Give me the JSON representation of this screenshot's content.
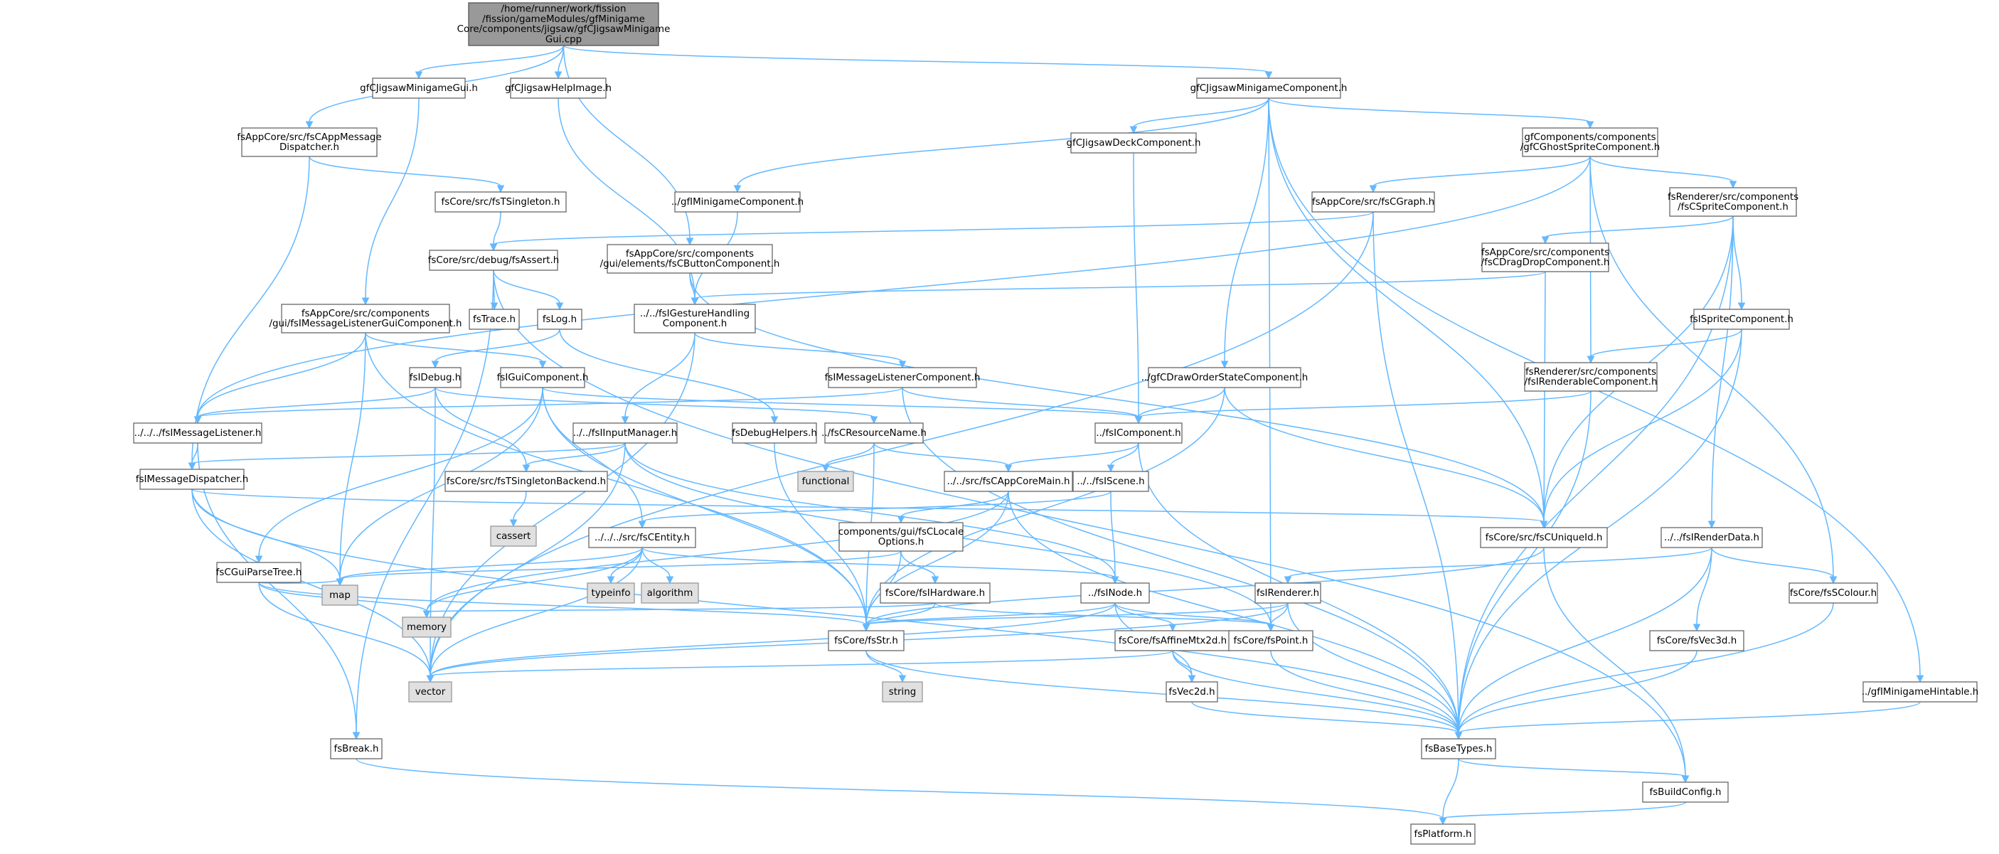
{
  "graph": {
    "nodes": [
      {
        "id": "root",
        "kind": "root",
        "lines": [
          "/home/runner/work/fission",
          "/fission/gameModules/gfMinigame",
          "Core/components/jigsaw/gfCJigsawMinigame",
          "Gui.cpp"
        ]
      },
      {
        "id": "gfCJigsawMinigameGui",
        "kind": "file",
        "lines": [
          "gfCJigsawMinigameGui.h"
        ]
      },
      {
        "id": "gfCJigsawHelpImage",
        "kind": "file",
        "lines": [
          "gfCJigsawHelpImage.h"
        ]
      },
      {
        "id": "gfCJigsawMinigameComponent",
        "kind": "file",
        "lines": [
          "gfCJigsawMinigameComponent.h"
        ]
      },
      {
        "id": "fsCAppMessageDispatcher",
        "kind": "file",
        "lines": [
          "fsAppCore/src/fsCAppMessage",
          "Dispatcher.h"
        ]
      },
      {
        "id": "gfCJigsawDeckComponent",
        "kind": "file",
        "lines": [
          "gfCJigsawDeckComponent.h"
        ]
      },
      {
        "id": "gfCGhostSpriteComponent",
        "kind": "file",
        "lines": [
          "gfComponents/components",
          "/gfCGhostSpriteComponent.h"
        ]
      },
      {
        "id": "fsTSingleton",
        "kind": "file",
        "lines": [
          "fsCore/src/fsTSingleton.h"
        ]
      },
      {
        "id": "gfIMinigameComponent",
        "kind": "file",
        "lines": [
          "../gfIMinigameComponent.h"
        ]
      },
      {
        "id": "fsCGraph",
        "kind": "file",
        "lines": [
          "fsAppCore/src/fsCGraph.h"
        ]
      },
      {
        "id": "fsCSpriteComponent",
        "kind": "file",
        "lines": [
          "fsRenderer/src/components",
          "/fsCSpriteComponent.h"
        ]
      },
      {
        "id": "fsAssert",
        "kind": "file",
        "lines": [
          "fsCore/src/debug/fsAssert.h"
        ]
      },
      {
        "id": "fsCButtonComponent",
        "kind": "file",
        "lines": [
          "fsAppCore/src/components",
          "/gui/elements/fsCButtonComponent.h"
        ]
      },
      {
        "id": "fsCDragDropComponent",
        "kind": "file",
        "lines": [
          "fsAppCore/src/components",
          "/fsCDragDropComponent.h"
        ]
      },
      {
        "id": "fsIMessageListenerGuiComponent",
        "kind": "file",
        "lines": [
          "fsAppCore/src/components",
          "/gui/fsIMessageListenerGuiComponent.h"
        ]
      },
      {
        "id": "fsTrace",
        "kind": "file",
        "lines": [
          "fsTrace.h"
        ]
      },
      {
        "id": "fsLog",
        "kind": "file",
        "lines": [
          "fsLog.h"
        ]
      },
      {
        "id": "fsIGestureHandlingComponent",
        "kind": "file",
        "lines": [
          "../../fsIGestureHandling",
          "Component.h"
        ]
      },
      {
        "id": "fsISpriteComponent",
        "kind": "file",
        "lines": [
          "fsISpriteComponent.h"
        ]
      },
      {
        "id": "fsIDebug",
        "kind": "file",
        "lines": [
          "fsIDebug.h"
        ]
      },
      {
        "id": "fsIGuiComponent",
        "kind": "file",
        "lines": [
          "fsIGuiComponent.h"
        ]
      },
      {
        "id": "fsIMessageListenerComponent",
        "kind": "file",
        "lines": [
          "fsIMessageListenerComponent.h"
        ]
      },
      {
        "id": "gfCDrawOrderStateComponent",
        "kind": "file",
        "lines": [
          "../gfCDrawOrderStateComponent.h"
        ]
      },
      {
        "id": "fsIRenderableComponent",
        "kind": "file",
        "lines": [
          "fsRenderer/src/components",
          "/fsIRenderableComponent.h"
        ]
      },
      {
        "id": "fsIMessageListener",
        "kind": "file",
        "lines": [
          "../../../fsIMessageListener.h"
        ]
      },
      {
        "id": "fsIInputManager",
        "kind": "file",
        "lines": [
          "../../fsIInputManager.h"
        ]
      },
      {
        "id": "fsDebugHelpers",
        "kind": "file",
        "lines": [
          "fsDebugHelpers.h"
        ]
      },
      {
        "id": "fsCResourceName",
        "kind": "file",
        "lines": [
          "../fsCResourceName.h"
        ]
      },
      {
        "id": "fsIComponent",
        "kind": "file",
        "lines": [
          "../fsIComponent.h"
        ]
      },
      {
        "id": "fsIMessageDispatcher",
        "kind": "file",
        "lines": [
          "fsIMessageDispatcher.h"
        ]
      },
      {
        "id": "fsTSingletonBackend",
        "kind": "file",
        "lines": [
          "fsCore/src/fsTSingletonBackend.h"
        ]
      },
      {
        "id": "functional",
        "kind": "sys",
        "lines": [
          "functional"
        ]
      },
      {
        "id": "fsCAppCoreMain",
        "kind": "file",
        "lines": [
          "../../src/fsCAppCoreMain.h"
        ]
      },
      {
        "id": "fsIScene",
        "kind": "file",
        "lines": [
          "../../fsIScene.h"
        ]
      },
      {
        "id": "cassert",
        "kind": "sys",
        "lines": [
          "cassert"
        ]
      },
      {
        "id": "fsCUniqueId",
        "kind": "file",
        "lines": [
          "fsCore/src/fsCUniqueId.h"
        ]
      },
      {
        "id": "fsIRenderData",
        "kind": "file",
        "lines": [
          "../../fsIRenderData.h"
        ]
      },
      {
        "id": "fsCGuiParseTree",
        "kind": "file",
        "lines": [
          "fsCGuiParseTree.h"
        ]
      },
      {
        "id": "fsCEntity",
        "kind": "file",
        "lines": [
          "../../../src/fsCEntity.h"
        ]
      },
      {
        "id": "fsCLocaleOptions",
        "kind": "file",
        "lines": [
          "components/gui/fsCLocale",
          "Options.h"
        ]
      },
      {
        "id": "map",
        "kind": "sys",
        "lines": [
          "map"
        ]
      },
      {
        "id": "typeinfo",
        "kind": "sys",
        "lines": [
          "typeinfo"
        ]
      },
      {
        "id": "algorithm",
        "kind": "sys",
        "lines": [
          "algorithm"
        ]
      },
      {
        "id": "fsIHardware",
        "kind": "file",
        "lines": [
          "fsCore/fsIHardware.h"
        ]
      },
      {
        "id": "fsINode",
        "kind": "file",
        "lines": [
          "../fsINode.h"
        ]
      },
      {
        "id": "fsIRenderer",
        "kind": "file",
        "lines": [
          "fsIRenderer.h"
        ]
      },
      {
        "id": "fsSColour",
        "kind": "file",
        "lines": [
          "fsCore/fsSColour.h"
        ]
      },
      {
        "id": "memory",
        "kind": "sys",
        "lines": [
          "memory"
        ]
      },
      {
        "id": "fsStr",
        "kind": "file",
        "lines": [
          "fsCore/fsStr.h"
        ]
      },
      {
        "id": "fsAffineMtx2d",
        "kind": "file",
        "lines": [
          "fsCore/fsAffineMtx2d.h"
        ]
      },
      {
        "id": "fsPoint",
        "kind": "file",
        "lines": [
          "fsCore/fsPoint.h"
        ]
      },
      {
        "id": "fsVec3d",
        "kind": "file",
        "lines": [
          "fsCore/fsVec3d.h"
        ]
      },
      {
        "id": "vector",
        "kind": "sys",
        "lines": [
          "vector"
        ]
      },
      {
        "id": "string",
        "kind": "sys",
        "lines": [
          "string"
        ]
      },
      {
        "id": "fsVec2d",
        "kind": "file",
        "lines": [
          "fsVec2d.h"
        ]
      },
      {
        "id": "gfIMinigameHintable",
        "kind": "file",
        "lines": [
          "../gfIMinigameHintable.h"
        ]
      },
      {
        "id": "fsBreak",
        "kind": "file",
        "lines": [
          "fsBreak.h"
        ]
      },
      {
        "id": "fsBaseTypes",
        "kind": "file",
        "lines": [
          "fsBaseTypes.h"
        ]
      },
      {
        "id": "fsBuildConfig",
        "kind": "file",
        "lines": [
          "fsBuildConfig.h"
        ]
      },
      {
        "id": "fsPlatform",
        "kind": "file",
        "lines": [
          "fsPlatform.h"
        ]
      }
    ],
    "edges": [
      [
        "root",
        "gfCJigsawMinigameGui"
      ],
      [
        "root",
        "gfCJigsawHelpImage"
      ],
      [
        "root",
        "gfCJigsawMinigameComponent"
      ],
      [
        "root",
        "fsCAppMessageDispatcher"
      ],
      [
        "root",
        "fsCButtonComponent"
      ],
      [
        "gfCJigsawMinigameGui",
        "fsIMessageListenerGuiComponent"
      ],
      [
        "gfCJigsawHelpImage",
        "fsIGestureHandlingComponent"
      ],
      [
        "gfCJigsawMinigameComponent",
        "gfCJigsawDeckComponent"
      ],
      [
        "gfCJigsawMinigameComponent",
        "gfCGhostSpriteComponent"
      ],
      [
        "gfCJigsawMinigameComponent",
        "gfIMinigameComponent"
      ],
      [
        "gfCJigsawMinigameComponent",
        "gfCDrawOrderStateComponent"
      ],
      [
        "gfCJigsawMinigameComponent",
        "fsCUniqueId"
      ],
      [
        "gfCJigsawMinigameComponent",
        "fsPoint"
      ],
      [
        "gfCJigsawMinigameComponent",
        "gfIMinigameHintable"
      ],
      [
        "fsCAppMessageDispatcher",
        "fsTSingleton"
      ],
      [
        "fsCAppMessageDispatcher",
        "fsIMessageDispatcher"
      ],
      [
        "fsTSingleton",
        "fsAssert"
      ],
      [
        "gfCJigsawDeckComponent",
        "fsIComponent"
      ],
      [
        "gfCGhostSpriteComponent",
        "fsCGraph"
      ],
      [
        "gfCGhostSpriteComponent",
        "fsCSpriteComponent"
      ],
      [
        "gfCGhostSpriteComponent",
        "fsIRenderableComponent"
      ],
      [
        "gfCGhostSpriteComponent",
        "fsSColour"
      ],
      [
        "gfCGhostSpriteComponent",
        "fsIMessageListener"
      ],
      [
        "gfIMinigameComponent",
        "fsIGestureHandlingComponent"
      ],
      [
        "fsCGraph",
        "fsAssert"
      ],
      [
        "fsCGraph",
        "fsBaseTypes"
      ],
      [
        "fsCGraph",
        "vector"
      ],
      [
        "fsCSpriteComponent",
        "fsCDragDropComponent"
      ],
      [
        "fsCSpriteComponent",
        "fsISpriteComponent"
      ],
      [
        "fsCSpriteComponent",
        "fsCUniqueId"
      ],
      [
        "fsCSpriteComponent",
        "fsIRenderData"
      ],
      [
        "fsCSpriteComponent",
        "fsBaseTypes"
      ],
      [
        "fsAssert",
        "fsTrace"
      ],
      [
        "fsAssert",
        "fsLog"
      ],
      [
        "fsAssert",
        "fsBreak"
      ],
      [
        "fsAssert",
        "fsBuildConfig"
      ],
      [
        "fsCButtonComponent",
        "fsIGestureHandlingComponent"
      ],
      [
        "fsCButtonComponent",
        "fsCUniqueId"
      ],
      [
        "fsCDragDropComponent",
        "fsIGestureHandlingComponent"
      ],
      [
        "fsCDragDropComponent",
        "fsCUniqueId"
      ],
      [
        "fsIMessageListenerGuiComponent",
        "fsIGuiComponent"
      ],
      [
        "fsIMessageListenerGuiComponent",
        "fsIMessageListener"
      ],
      [
        "fsIMessageListenerGuiComponent",
        "map"
      ],
      [
        "fsIMessageListenerGuiComponent",
        "fsStr"
      ],
      [
        "fsLog",
        "fsIDebug"
      ],
      [
        "fsLog",
        "fsDebugHelpers"
      ],
      [
        "fsIGestureHandlingComponent",
        "fsIMessageListenerComponent"
      ],
      [
        "fsIGestureHandlingComponent",
        "fsIInputManager"
      ],
      [
        "fsIGestureHandlingComponent",
        "vector"
      ],
      [
        "fsISpriteComponent",
        "fsIRenderableComponent"
      ],
      [
        "fsISpriteComponent",
        "fsCUniqueId"
      ],
      [
        "fsISpriteComponent",
        "fsBaseTypes"
      ],
      [
        "fsIDebug",
        "fsIMessageListener"
      ],
      [
        "fsIDebug",
        "fsCResourceName"
      ],
      [
        "fsIDebug",
        "fsTSingletonBackend"
      ],
      [
        "fsIDebug",
        "vector"
      ],
      [
        "fsIGuiComponent",
        "fsIComponent"
      ],
      [
        "fsIGuiComponent",
        "fsCGuiParseTree"
      ],
      [
        "fsIGuiComponent",
        "fsCEntity"
      ],
      [
        "fsIGuiComponent",
        "map"
      ],
      [
        "fsIGuiComponent",
        "fsStr"
      ],
      [
        "fsIMessageListenerComponent",
        "fsIComponent"
      ],
      [
        "fsIMessageListenerComponent",
        "fsIMessageListener"
      ],
      [
        "fsIMessageListenerComponent",
        "fsBaseTypes"
      ],
      [
        "gfCDrawOrderStateComponent",
        "fsIComponent"
      ],
      [
        "gfCDrawOrderStateComponent",
        "fsCUniqueId"
      ],
      [
        "gfCDrawOrderStateComponent",
        "fsStr"
      ],
      [
        "fsIRenderableComponent",
        "fsIComponent"
      ],
      [
        "fsIRenderableComponent",
        "fsBaseTypes"
      ],
      [
        "fsIMessageListener",
        "fsIMessageDispatcher"
      ],
      [
        "fsIMessageListener",
        "fsBreak"
      ],
      [
        "fsIInputManager",
        "fsIMessageDispatcher"
      ],
      [
        "fsIInputManager",
        "fsTSingletonBackend"
      ],
      [
        "fsIInputManager",
        "fsINode"
      ],
      [
        "fsIInputManager",
        "fsPoint"
      ],
      [
        "fsIInputManager",
        "vector"
      ],
      [
        "fsDebugHelpers",
        "fsStr"
      ],
      [
        "fsCResourceName",
        "functional"
      ],
      [
        "fsCResourceName",
        "fsCAppCoreMain"
      ],
      [
        "fsCResourceName",
        "fsStr"
      ],
      [
        "fsIComponent",
        "fsCAppCoreMain"
      ],
      [
        "fsIComponent",
        "fsIScene"
      ],
      [
        "fsIComponent",
        "fsBaseTypes"
      ],
      [
        "fsIMessageDispatcher",
        "fsCUniqueId"
      ],
      [
        "fsIMessageDispatcher",
        "map"
      ],
      [
        "fsIMessageDispatcher",
        "vector"
      ],
      [
        "fsIMessageDispatcher",
        "fsBaseTypes"
      ],
      [
        "fsTSingletonBackend",
        "cassert"
      ],
      [
        "fsCAppCoreMain",
        "fsCLocaleOptions"
      ],
      [
        "fsCAppCoreMain",
        "memory"
      ],
      [
        "fsCAppCoreMain",
        "fsStr"
      ],
      [
        "fsCAppCoreMain",
        "fsBaseTypes"
      ],
      [
        "fsIScene",
        "fsCEntity"
      ],
      [
        "fsIScene",
        "fsINode"
      ],
      [
        "fsCUniqueId",
        "fsStr"
      ],
      [
        "fsCUniqueId",
        "fsBuildConfig"
      ],
      [
        "fsIRenderData",
        "fsIRenderer"
      ],
      [
        "fsIRenderData",
        "fsVec3d"
      ],
      [
        "fsIRenderData",
        "fsSColour"
      ],
      [
        "fsIRenderData",
        "fsBaseTypes"
      ],
      [
        "fsCGuiParseTree",
        "map"
      ],
      [
        "fsCGuiParseTree",
        "memory"
      ],
      [
        "fsCGuiParseTree",
        "vector"
      ],
      [
        "fsCGuiParseTree",
        "fsStr"
      ],
      [
        "fsCEntity",
        "typeinfo"
      ],
      [
        "fsCEntity",
        "algorithm"
      ],
      [
        "fsCEntity",
        "map"
      ],
      [
        "fsCEntity",
        "memory"
      ],
      [
        "fsCEntity",
        "vector"
      ],
      [
        "fsCEntity",
        "fsINode"
      ],
      [
        "fsCLocaleOptions",
        "fsIHardware"
      ],
      [
        "fsCLocaleOptions",
        "fsStr"
      ],
      [
        "fsCLocaleOptions",
        "map"
      ],
      [
        "fsIHardware",
        "fsStr"
      ],
      [
        "fsIHardware",
        "fsPoint"
      ],
      [
        "fsIHardware",
        "memory"
      ],
      [
        "fsINode",
        "fsAffineMtx2d"
      ],
      [
        "fsINode",
        "fsPoint"
      ],
      [
        "fsINode",
        "fsVec2d"
      ],
      [
        "fsINode",
        "fsStr"
      ],
      [
        "fsINode",
        "vector"
      ],
      [
        "fsIRenderer",
        "fsStr"
      ],
      [
        "fsIRenderer",
        "fsPoint"
      ],
      [
        "fsIRenderer",
        "vector"
      ],
      [
        "fsIRenderer",
        "fsBaseTypes"
      ],
      [
        "fsSColour",
        "fsBaseTypes"
      ],
      [
        "fsStr",
        "string"
      ],
      [
        "fsStr",
        "fsBaseTypes"
      ],
      [
        "fsAffineMtx2d",
        "fsVec2d"
      ],
      [
        "fsAffineMtx2d",
        "vector"
      ],
      [
        "fsAffineMtx2d",
        "fsBaseTypes"
      ],
      [
        "fsPoint",
        "fsBaseTypes"
      ],
      [
        "fsVec3d",
        "fsBaseTypes"
      ],
      [
        "fsVec2d",
        "fsBaseTypes"
      ],
      [
        "gfIMinigameHintable",
        "fsBaseTypes"
      ],
      [
        "fsBreak",
        "fsPlatform"
      ],
      [
        "fsBaseTypes",
        "fsBuildConfig"
      ],
      [
        "fsBaseTypes",
        "fsPlatform"
      ],
      [
        "fsBuildConfig",
        "fsPlatform"
      ]
    ]
  },
  "colors": {
    "edge": "#63b8ff",
    "node_border": "#666666",
    "node_fill": "#ffffff",
    "system_header_fill": "#e0e0e0",
    "root_fill": "#999999"
  }
}
